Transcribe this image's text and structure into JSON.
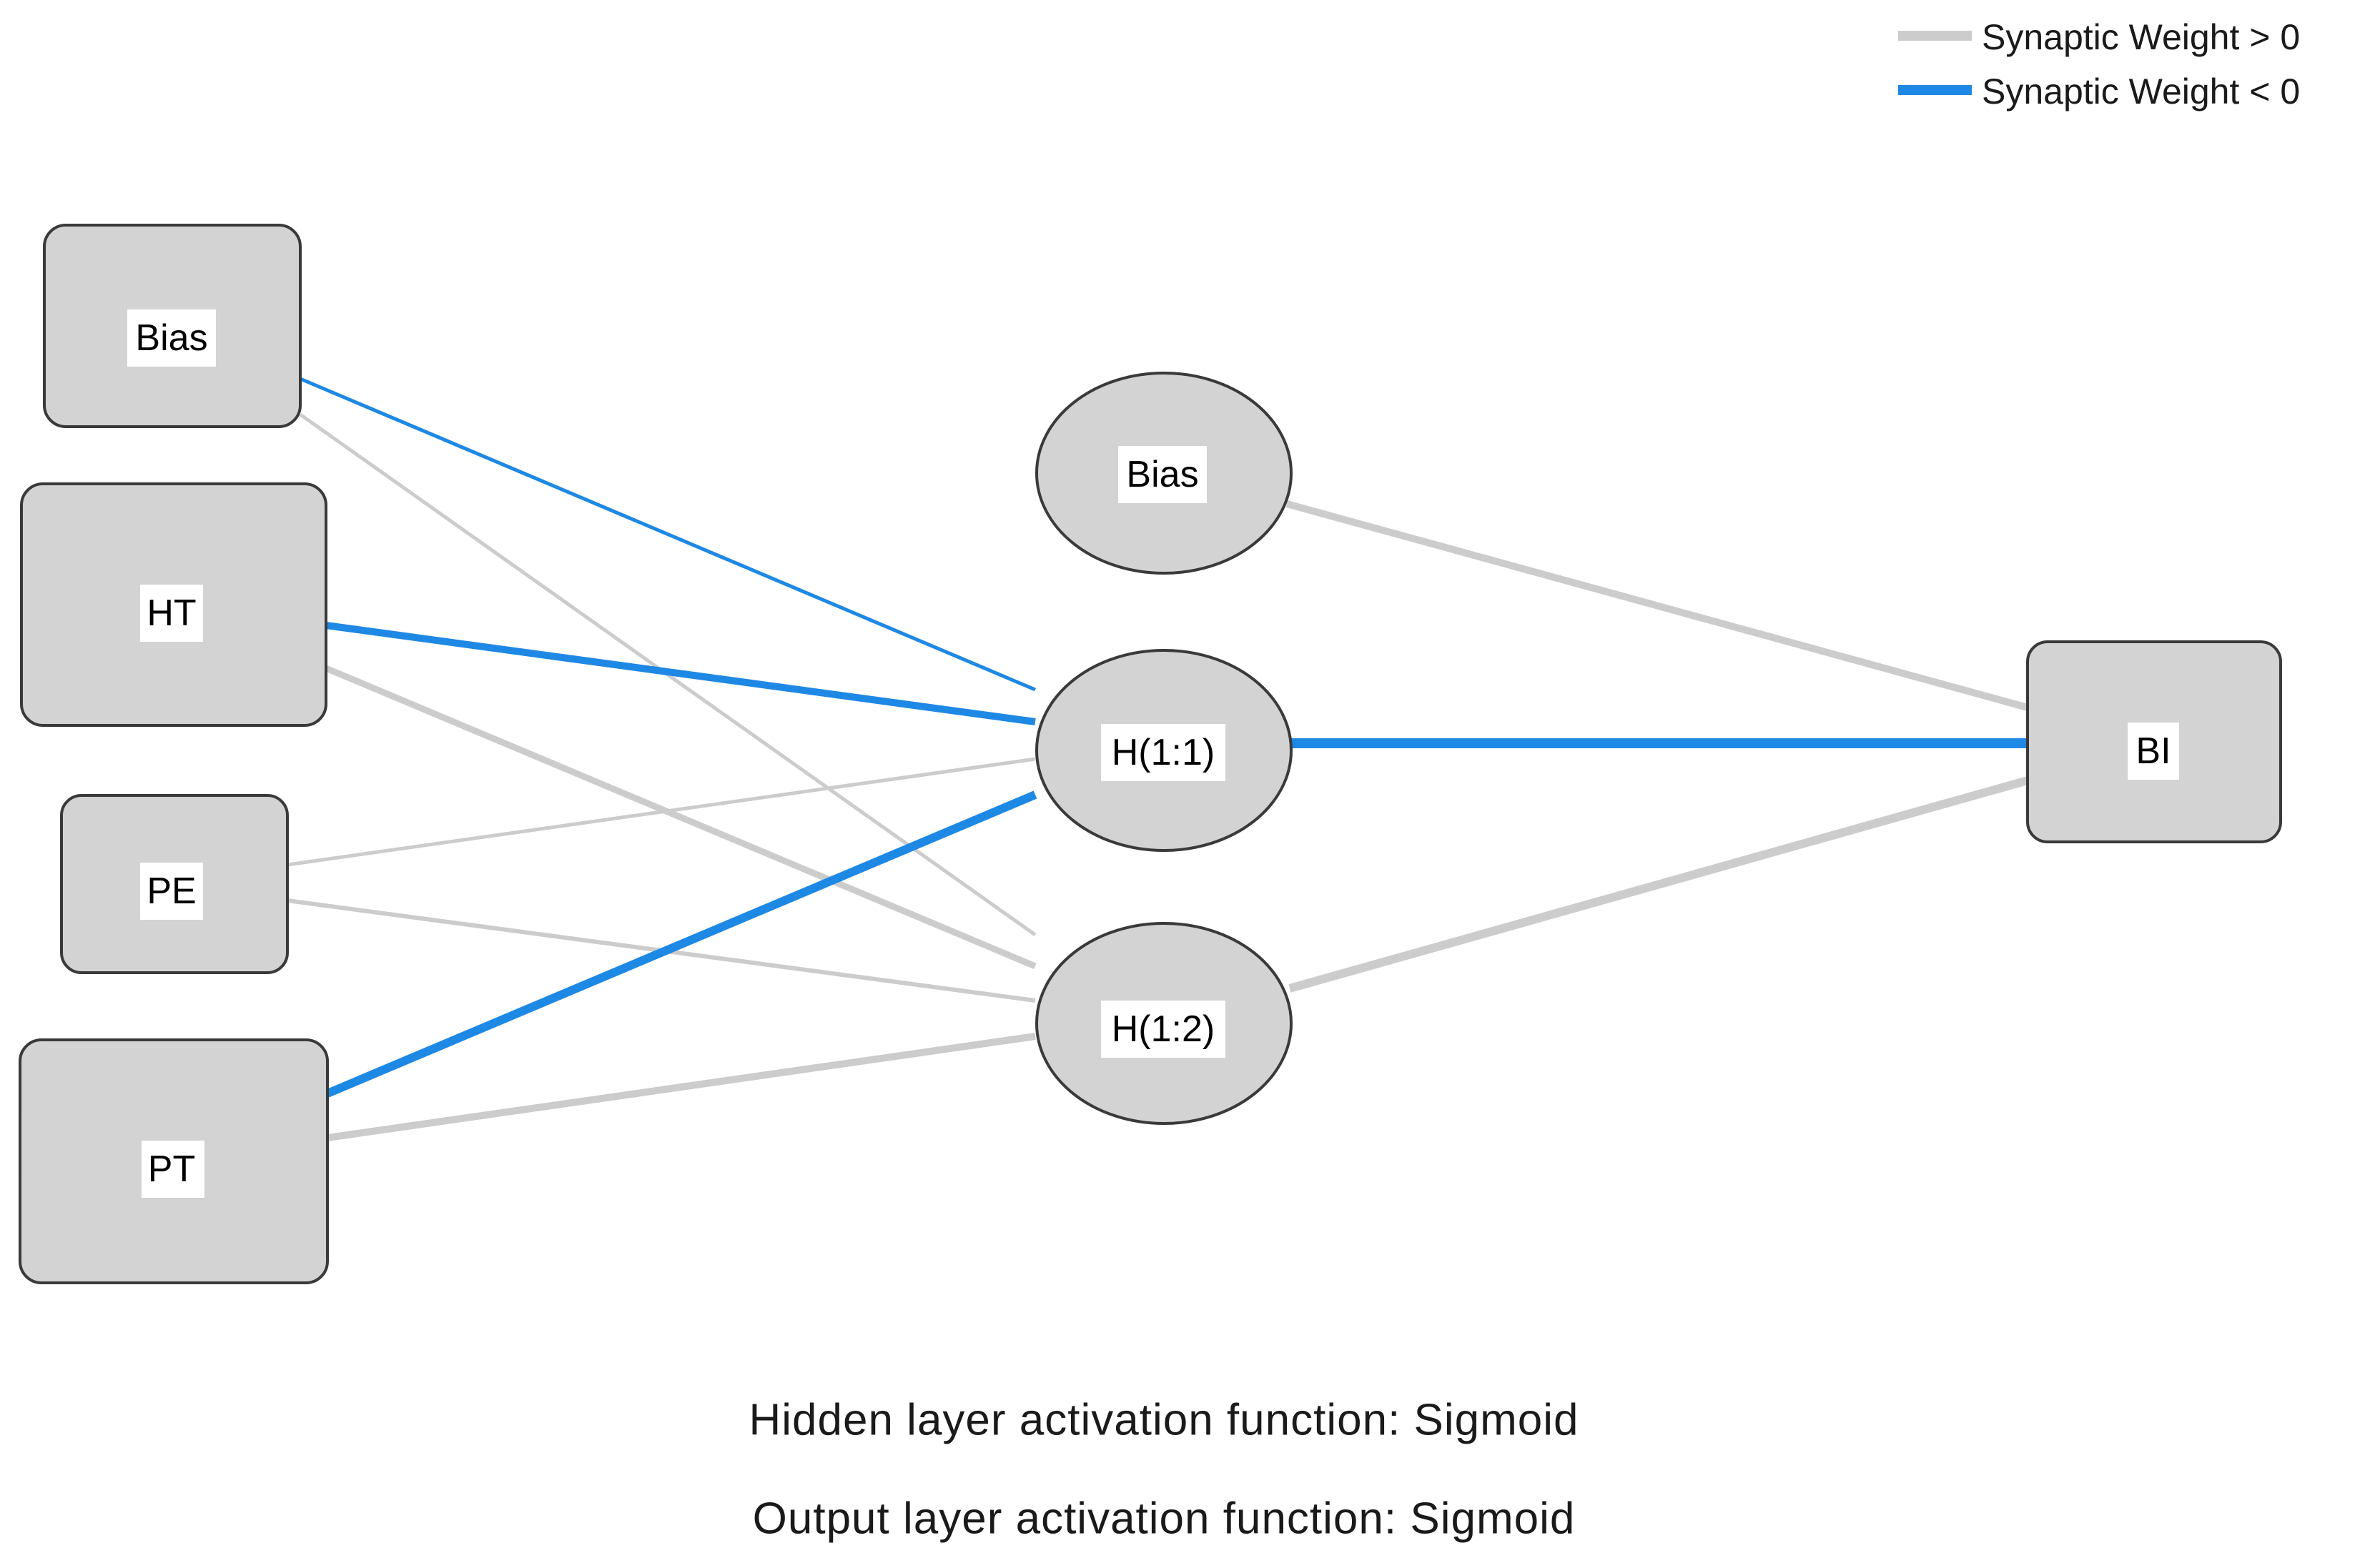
{
  "legend": {
    "positive_label": "Synaptic Weight > 0",
    "negative_label": "Synaptic Weight < 0",
    "positive_color": "#cccccc",
    "negative_color": "#1e88e5"
  },
  "input_layer": {
    "bias": "Bias",
    "nodes": [
      "HT",
      "PE",
      "PT"
    ]
  },
  "hidden_layer": {
    "bias": "Bias",
    "nodes": [
      "H(1:1)",
      "H(1:2)"
    ]
  },
  "output_layer": {
    "nodes": [
      "BI"
    ]
  },
  "connections": [
    {
      "from": "input-bias",
      "to": "h11",
      "sign": "negative",
      "strength": "weak"
    },
    {
      "from": "input-bias",
      "to": "h12",
      "sign": "positive",
      "strength": "weak"
    },
    {
      "from": "ht",
      "to": "h11",
      "sign": "negative",
      "strength": "strong"
    },
    {
      "from": "ht",
      "to": "h12",
      "sign": "positive",
      "strength": "medium"
    },
    {
      "from": "pe",
      "to": "h11",
      "sign": "positive",
      "strength": "weak"
    },
    {
      "from": "pe",
      "to": "h12",
      "sign": "positive",
      "strength": "weak"
    },
    {
      "from": "pt",
      "to": "h11",
      "sign": "negative",
      "strength": "strong"
    },
    {
      "from": "pt",
      "to": "h12",
      "sign": "positive",
      "strength": "medium"
    },
    {
      "from": "hidden-bias",
      "to": "bi",
      "sign": "positive",
      "strength": "medium"
    },
    {
      "from": "h11",
      "to": "bi",
      "sign": "negative",
      "strength": "strong"
    },
    {
      "from": "h12",
      "to": "bi",
      "sign": "positive",
      "strength": "strong"
    }
  ],
  "footer": {
    "hidden_activation": "Hidden layer activation function: Sigmoid",
    "output_activation": "Output layer activation function: Sigmoid"
  }
}
